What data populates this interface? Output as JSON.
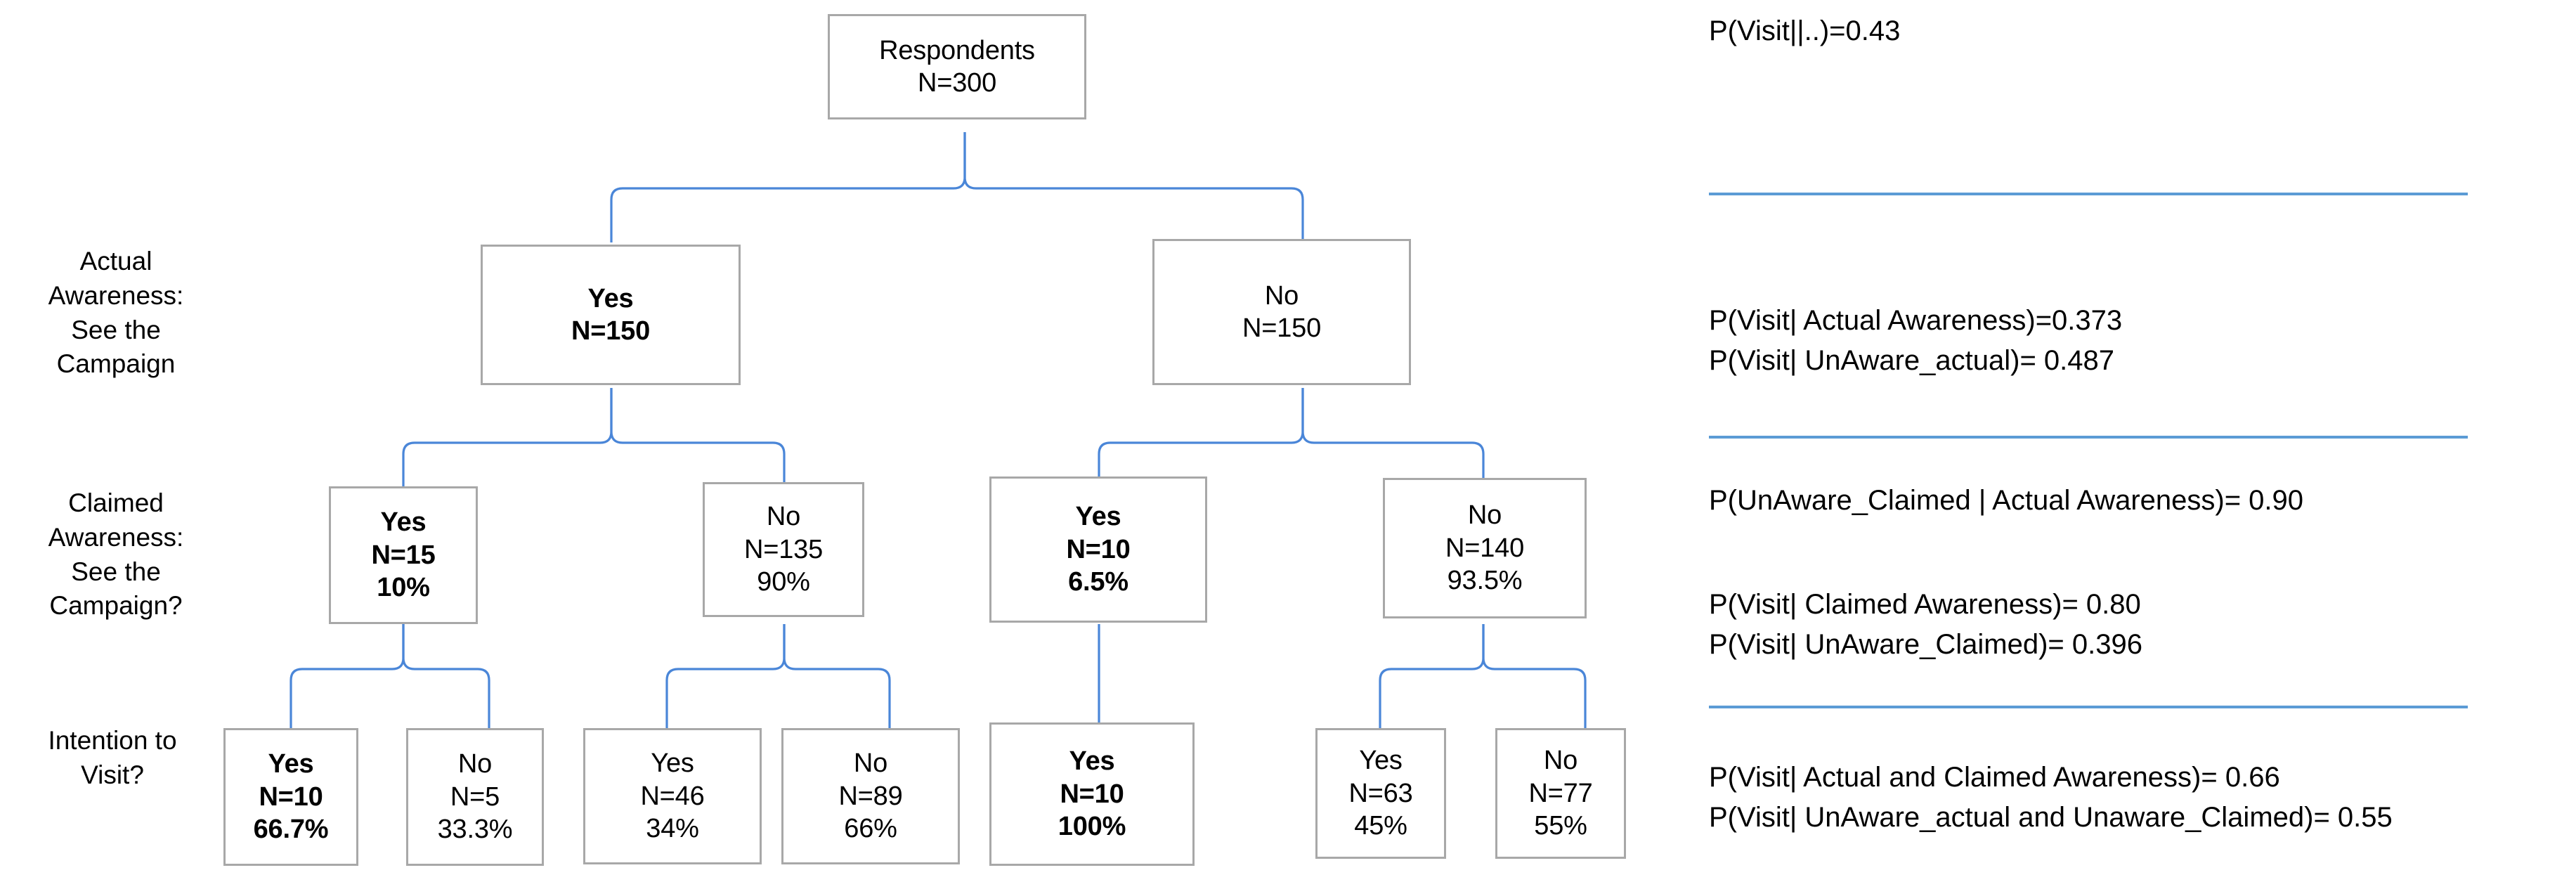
{
  "diagram": {
    "title": "Awareness and Intention Decision Tree",
    "accent_color": "#4a86d8",
    "rule_color": "#5b9bd5",
    "box_border_color": "#a8a8a8"
  },
  "row_labels": [
    {
      "id": "actual-awareness",
      "lines": [
        "Actual",
        "Awareness:",
        "See the",
        "Campaign"
      ]
    },
    {
      "id": "claimed-awareness",
      "lines": [
        "Claimed",
        "Awareness:",
        "See the",
        "Campaign?"
      ]
    },
    {
      "id": "intention-to-visit",
      "lines": [
        "Intention to",
        "Visit?"
      ]
    }
  ],
  "tree": {
    "root": {
      "id": "respondents",
      "bold": false,
      "lines": [
        "Respondents",
        "N=300"
      ]
    },
    "level_actual": [
      {
        "id": "actual-yes",
        "bold": true,
        "lines": [
          "Yes",
          "N=150"
        ]
      },
      {
        "id": "actual-no",
        "bold": false,
        "lines": [
          "No",
          "N=150"
        ]
      }
    ],
    "level_claimed": [
      {
        "id": "claimed-yes-aware",
        "bold": true,
        "lines": [
          "Yes",
          "N=15",
          "10%"
        ]
      },
      {
        "id": "claimed-no-aware",
        "bold": false,
        "lines": [
          "No",
          "N=135",
          "90%"
        ]
      },
      {
        "id": "claimed-yes-unaware",
        "bold": true,
        "lines": [
          "Yes",
          "N=10",
          "6.5%"
        ]
      },
      {
        "id": "claimed-no-unaware",
        "bold": false,
        "lines": [
          "No",
          "N=140",
          "93.5%"
        ]
      }
    ],
    "level_intention": [
      {
        "id": "intent-yes-1",
        "bold": true,
        "lines": [
          "Yes",
          "N=10",
          "66.7%"
        ]
      },
      {
        "id": "intent-no-1",
        "bold": false,
        "lines": [
          "No",
          "N=5",
          "33.3%"
        ]
      },
      {
        "id": "intent-yes-2",
        "bold": false,
        "lines": [
          "Yes",
          "N=46",
          "34%"
        ]
      },
      {
        "id": "intent-no-2",
        "bold": false,
        "lines": [
          "No",
          "N=89",
          "66%"
        ]
      },
      {
        "id": "intent-yes-3",
        "bold": true,
        "lines": [
          "Yes",
          "N=10",
          "100%"
        ]
      },
      {
        "id": "intent-yes-4",
        "bold": false,
        "lines": [
          "Yes",
          "N=63",
          "45%"
        ]
      },
      {
        "id": "intent-no-4",
        "bold": false,
        "lines": [
          "No",
          "N=77",
          "55%"
        ]
      }
    ]
  },
  "annotations": [
    {
      "id": "overall",
      "lines": [
        "P(Visit||..)=0.43"
      ]
    },
    {
      "id": "actual-awareness-probs",
      "lines": [
        "P(Visit| Actual Awareness)=0.373",
        "P(Visit| UnAware_actual)= 0.487"
      ]
    },
    {
      "id": "claimed-awareness-probs",
      "lines": [
        "P(UnAware_Claimed | Actual  Awareness)= 0.90"
      ]
    },
    {
      "id": "claimed-visit-probs",
      "lines": [
        "P(Visit| Claimed Awareness)= 0.80",
        "P(Visit| UnAware_Claimed)= 0.396"
      ]
    },
    {
      "id": "joint-probs",
      "lines": [
        "P(Visit| Actual and Claimed Awareness)= 0.66",
        "P(Visit| UnAware_actual and  Unaware_Claimed)= 0.55"
      ]
    }
  ]
}
